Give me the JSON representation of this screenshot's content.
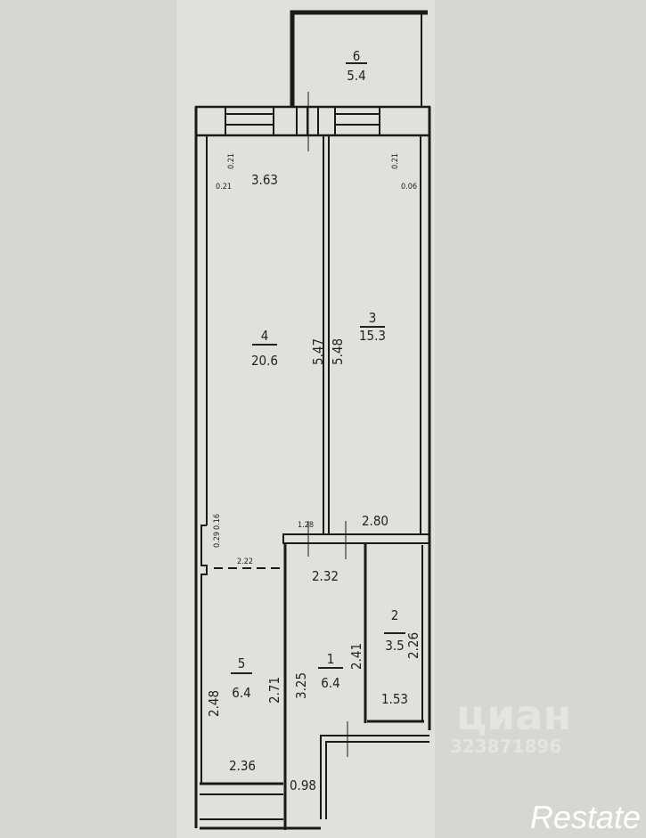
{
  "rooms": [
    {
      "number": "1",
      "area": "6.4"
    },
    {
      "number": "2",
      "area": "3.5"
    },
    {
      "number": "3",
      "area": "15.3"
    },
    {
      "number": "4",
      "area": "20.6"
    },
    {
      "number": "5",
      "area": "6.4"
    },
    {
      "number": "6",
      "area": "5.4"
    }
  ],
  "dimensions": {
    "d_3_63": "3.63",
    "d_0_21a": "0.21",
    "d_0_21b": "0.21",
    "d_0_21c": "0.21",
    "d_0_06": "0.06",
    "d_5_47": "5.47",
    "d_5_48": "5.48",
    "d_0_16": "0.16",
    "d_0_29": "0.29",
    "d_1_28": "1.28",
    "d_2_80": "2.80",
    "d_2_22": "2.22",
    "d_2_32": "2.32",
    "d_2_41": "2.41",
    "d_2_26": "2.26",
    "d_2_48": "2.48",
    "d_2_71": "2.71",
    "d_3_25": "3.25",
    "d_1_53": "1.53",
    "d_2_36": "2.36",
    "d_0_98": "0.98"
  },
  "watermarks": {
    "cian": "циан",
    "listing_id": "323871896",
    "logo": "Restate"
  },
  "colors": {
    "wall": "#1a1a1a",
    "paper": "#e0e0dc",
    "background": "#d6d6d2"
  }
}
